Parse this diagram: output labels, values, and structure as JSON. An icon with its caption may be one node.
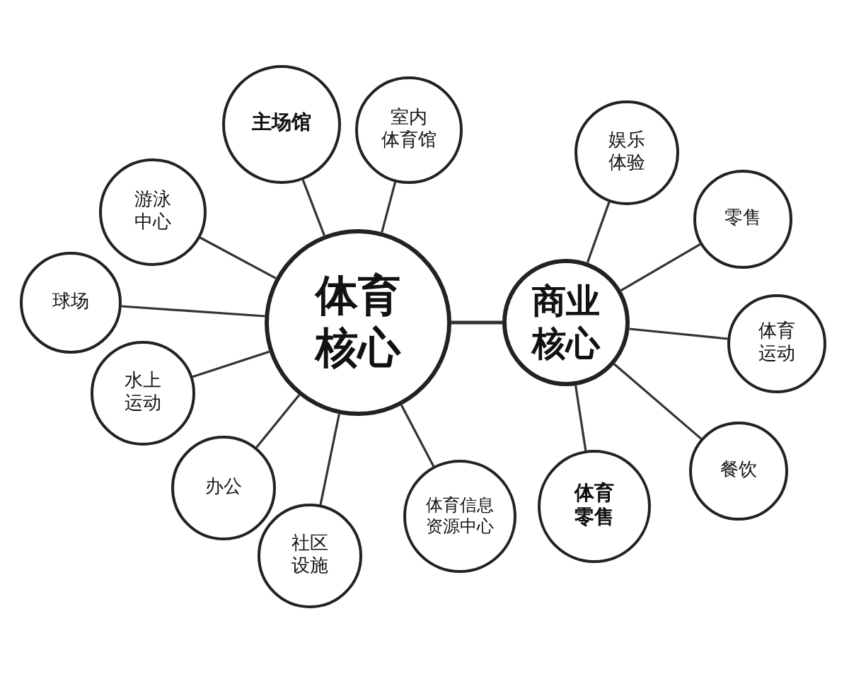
{
  "diagram": {
    "nodes": [
      {
        "text": [
          "体育核心"
        ]
      },
      {
        "text": [
          "主场馆"
        ]
      },
      {
        "text": [
          "室内体育馆"
        ]
      },
      {
        "text": [
          "游泳中心"
        ]
      },
      {
        "text": [
          "球场"
        ]
      },
      {
        "text": [
          "水上运动"
        ]
      },
      {
        "text": [
          "办公"
        ]
      },
      {
        "text": [
          "社区设施"
        ]
      },
      {
        "text": [
          "体育信息资源中心"
        ]
      },
      {
        "text": [
          "商业核心"
        ]
      },
      {
        "text": [
          "娱乐体验"
        ]
      },
      {
        "text": [
          "零售"
        ]
      },
      {
        "text": [
          "体育运动"
        ]
      },
      {
        "text": [
          "餐饮"
        ]
      },
      {
        "text": [
          "体育零售"
        ]
      }
    ],
    "edges": [
      {
        "from": 0,
        "to": 1,
        "arrow": "none"
      },
      {
        "from": 0,
        "to": 2,
        "arrow": "none"
      },
      {
        "from": 0,
        "to": 3,
        "arrow": "none"
      },
      {
        "from": 0,
        "to": 4,
        "arrow": "none"
      },
      {
        "from": 0,
        "to": 5,
        "arrow": "none"
      },
      {
        "from": 0,
        "to": 6,
        "arrow": "none"
      },
      {
        "from": 0,
        "to": 7,
        "arrow": "none"
      },
      {
        "from": 0,
        "to": 8,
        "arrow": "none"
      },
      {
        "from": 0,
        "to": 9,
        "arrow": "none"
      },
      {
        "from": 9,
        "to": 10,
        "arrow": "none"
      },
      {
        "from": 9,
        "to": 11,
        "arrow": "none"
      },
      {
        "from": 9,
        "to": 12,
        "arrow": "none"
      },
      {
        "from": 9,
        "to": 13,
        "arrow": "none"
      },
      {
        "from": 9,
        "to": 14,
        "arrow": "none"
      }
    ]
  }
}
